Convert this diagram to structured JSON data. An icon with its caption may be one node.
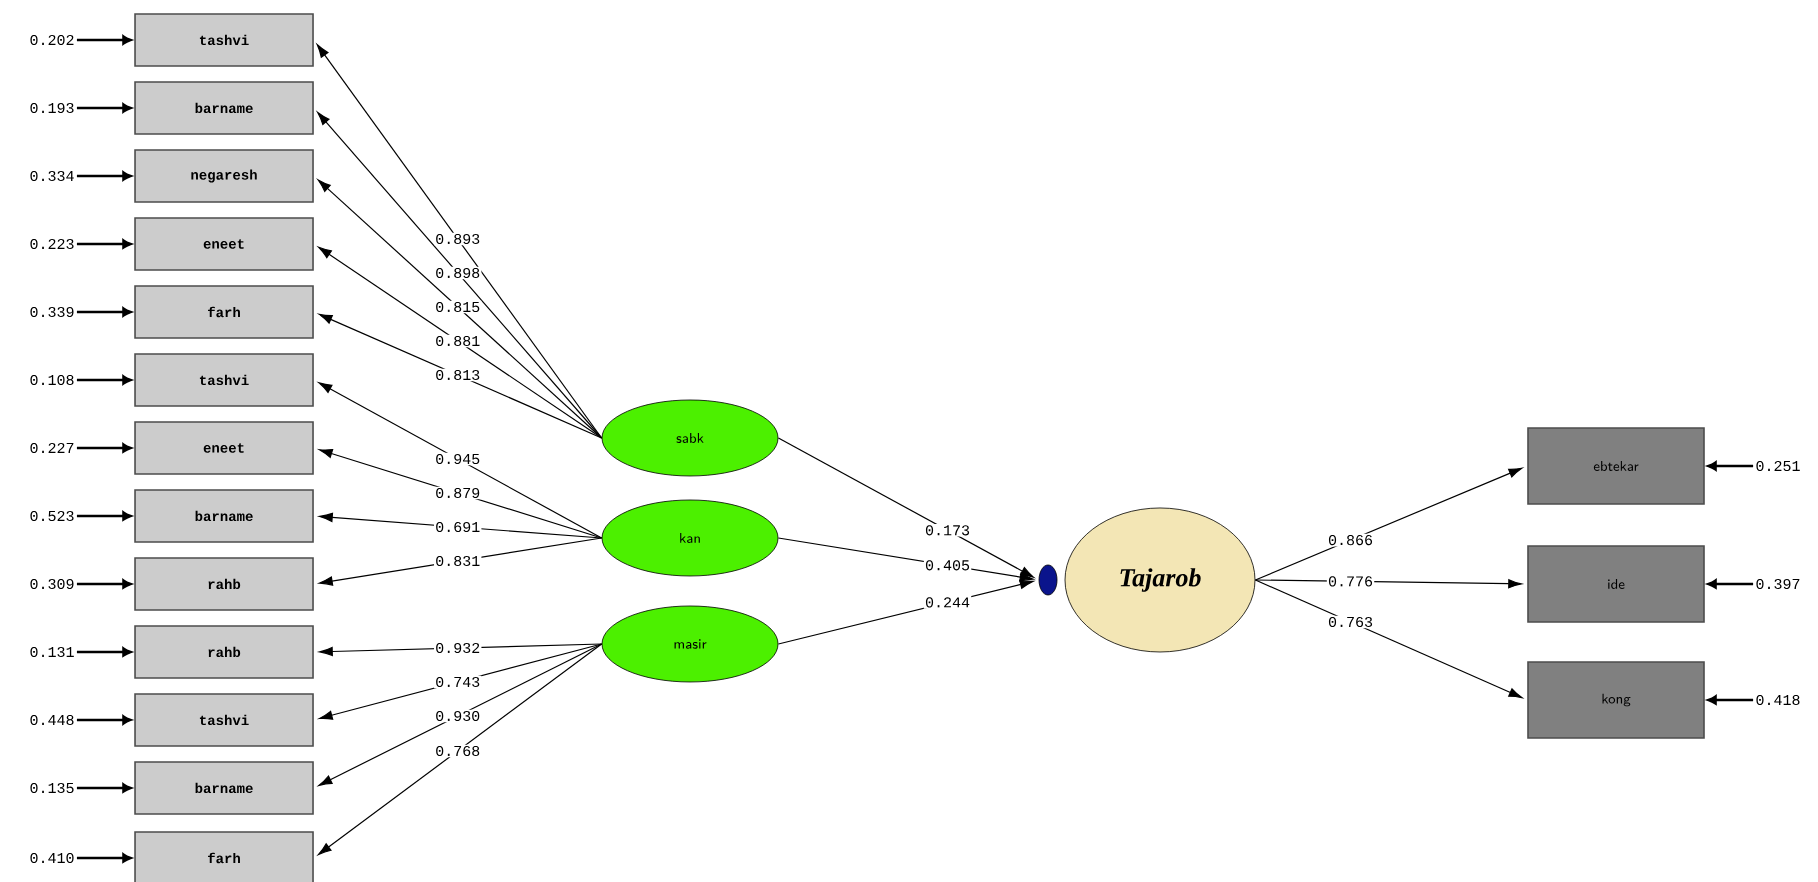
{
  "diagram": {
    "nodes": [
      {
        "text": [
          "tashvi"
        ]
      },
      {
        "text": [
          "barname"
        ]
      },
      {
        "text": [
          "negaresh"
        ]
      },
      {
        "text": [
          "eneet"
        ]
      },
      {
        "text": [
          "farh"
        ]
      },
      {
        "text": [
          "tashvi"
        ]
      },
      {
        "text": [
          "eneet"
        ]
      },
      {
        "text": [
          "barname"
        ]
      },
      {
        "text": [
          "rahb"
        ]
      },
      {
        "text": [
          "rahb"
        ]
      },
      {
        "text": [
          "tashvi"
        ]
      },
      {
        "text": [
          "barname"
        ]
      },
      {
        "text": [
          "farh"
        ]
      },
      {
        "text": [
          "0.202"
        ]
      },
      {
        "text": [
          "0.193"
        ]
      },
      {
        "text": [
          "0.334"
        ]
      },
      {
        "text": [
          "0.223"
        ]
      },
      {
        "text": [
          "0.339"
        ]
      },
      {
        "text": [
          "0.108"
        ]
      },
      {
        "text": [
          "0.227"
        ]
      },
      {
        "text": [
          "0.523"
        ]
      },
      {
        "text": [
          "0.309"
        ]
      },
      {
        "text": [
          "0.131"
        ]
      },
      {
        "text": [
          "0.448"
        ]
      },
      {
        "text": [
          "0.135"
        ]
      },
      {
        "text": [
          "0.410"
        ]
      },
      {
        "text": [
          "sabk"
        ]
      },
      {
        "text": [
          "kan"
        ]
      },
      {
        "text": [
          "masir"
        ]
      },
      {
        "text": [],
        "shape": "circle"
      },
      {
        "text": [
          "Tajarob"
        ]
      },
      {
        "text": [
          "ebtekar"
        ]
      },
      {
        "text": [
          "ide"
        ]
      },
      {
        "text": [
          "kong"
        ]
      },
      {
        "text": [
          "0.251"
        ]
      },
      {
        "text": [
          "0.397"
        ]
      },
      {
        "text": [
          "0.418"
        ]
      }
    ],
    "edges": [
      {
        "from": 13,
        "to": 0,
        "arrow": "to"
      },
      {
        "from": 14,
        "to": 1,
        "arrow": "to"
      },
      {
        "from": 15,
        "to": 2,
        "arrow": "to"
      },
      {
        "from": 16,
        "to": 3,
        "arrow": "to"
      },
      {
        "from": 17,
        "to": 4,
        "arrow": "to"
      },
      {
        "from": 18,
        "to": 5,
        "arrow": "to"
      },
      {
        "from": 19,
        "to": 6,
        "arrow": "to"
      },
      {
        "from": 20,
        "to": 7,
        "arrow": "to"
      },
      {
        "from": 21,
        "to": 8,
        "arrow": "to"
      },
      {
        "from": 22,
        "to": 9,
        "arrow": "to"
      },
      {
        "from": 23,
        "to": 10,
        "arrow": "to"
      },
      {
        "from": 24,
        "to": 11,
        "arrow": "to"
      },
      {
        "from": 25,
        "to": 12,
        "arrow": "to"
      },
      {
        "from": 26,
        "to": 0,
        "arrow": "to",
        "label": "0.893"
      },
      {
        "from": 26,
        "to": 1,
        "arrow": "to",
        "label": "0.898"
      },
      {
        "from": 26,
        "to": 2,
        "arrow": "to",
        "label": "0.815"
      },
      {
        "from": 26,
        "to": 3,
        "arrow": "to",
        "label": "0.881"
      },
      {
        "from": 26,
        "to": 4,
        "arrow": "to",
        "label": "0.813"
      },
      {
        "from": 27,
        "to": 5,
        "arrow": "to",
        "label": "0.945"
      },
      {
        "from": 27,
        "to": 6,
        "arrow": "to",
        "label": "0.879"
      },
      {
        "from": 27,
        "to": 7,
        "arrow": "to",
        "label": "0.691"
      },
      {
        "from": 27,
        "to": 8,
        "arrow": "to",
        "label": "0.831"
      },
      {
        "from": 28,
        "to": 9,
        "arrow": "to",
        "label": "0.932"
      },
      {
        "from": 28,
        "to": 10,
        "arrow": "to",
        "label": "0.743"
      },
      {
        "from": 28,
        "to": 11,
        "arrow": "to",
        "label": "0.930"
      },
      {
        "from": 28,
        "to": 12,
        "arrow": "to",
        "label": "0.768"
      },
      {
        "from": 26,
        "to": 29,
        "arrow": "to",
        "label": "0.173"
      },
      {
        "from": 27,
        "to": 29,
        "arrow": "to",
        "label": "0.405"
      },
      {
        "from": 28,
        "to": 29,
        "arrow": "to",
        "label": "0.244"
      },
      {
        "from": 30,
        "to": 31,
        "arrow": "to",
        "label": "0.866"
      },
      {
        "from": 30,
        "to": 32,
        "arrow": "to",
        "label": "0.776"
      },
      {
        "from": 30,
        "to": 33,
        "arrow": "to",
        "label": "0.763"
      },
      {
        "from": 34,
        "to": 31,
        "arrow": "to"
      },
      {
        "from": 35,
        "to": 32,
        "arrow": "to"
      },
      {
        "from": 36,
        "to": 33,
        "arrow": "to"
      }
    ]
  }
}
